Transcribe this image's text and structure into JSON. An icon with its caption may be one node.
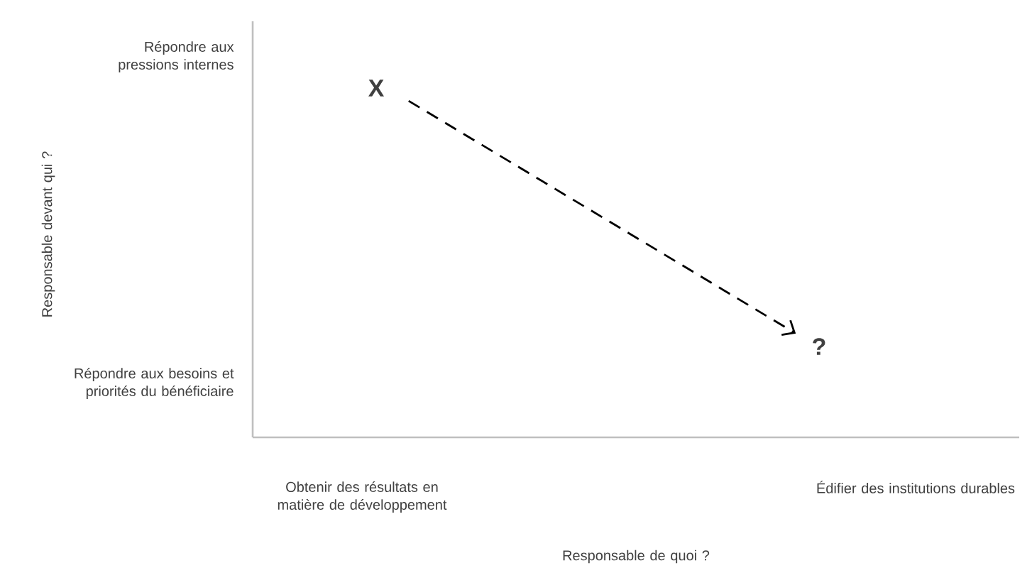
{
  "diagram": {
    "nodes": [
      {
        "text": [
          "X"
        ]
      },
      {
        "text": [
          "?"
        ]
      }
    ],
    "edges": [
      {
        "from": 0,
        "to": 1,
        "arrow": "to",
        "style": "dashed"
      }
    ],
    "labels": [
      "Répondre aux pressions internes",
      "Responsable devant qui ?",
      "Répondre aux besoins et priorités du bénéficiaire",
      "Obtenir des résultats en matière de développement",
      "Édifier des institutions durables",
      "Responsable de quoi ?"
    ]
  }
}
